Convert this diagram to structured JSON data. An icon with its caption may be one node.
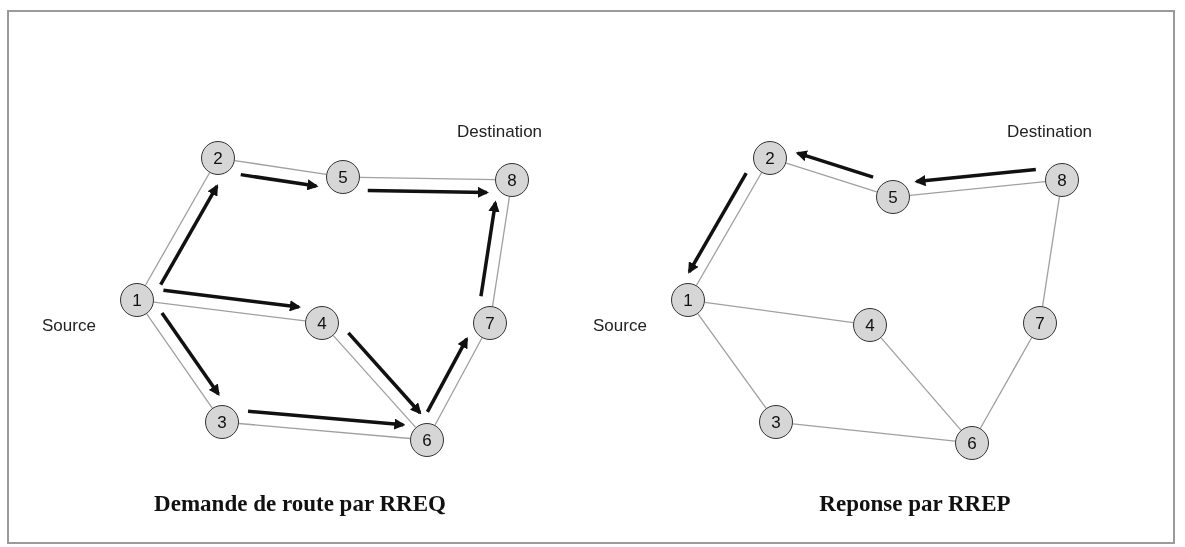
{
  "diagram": {
    "nodes": [
      {
        "text": [
          "1"
        ],
        "beside": [
          "Source"
        ]
      },
      {
        "text": [
          "2"
        ]
      },
      {
        "text": [
          "3"
        ]
      },
      {
        "text": [
          "4"
        ]
      },
      {
        "text": [
          "5"
        ]
      },
      {
        "text": [
          "6"
        ]
      },
      {
        "text": [
          "7"
        ]
      },
      {
        "text": [
          "8"
        ],
        "beside": [
          "Destination"
        ]
      },
      {
        "text": [
          "1"
        ],
        "beside": [
          "Source"
        ]
      },
      {
        "text": [
          "2"
        ]
      },
      {
        "text": [
          "3"
        ]
      },
      {
        "text": [
          "4"
        ]
      },
      {
        "text": [
          "5"
        ]
      },
      {
        "text": [
          "6"
        ]
      },
      {
        "text": [
          "7"
        ]
      },
      {
        "text": [
          "8"
        ],
        "beside": [
          "Destination"
        ]
      }
    ],
    "edges": [
      {
        "from": 0,
        "to": 1,
        "arrow": "none"
      },
      {
        "from": 0,
        "to": 3,
        "arrow": "none"
      },
      {
        "from": 0,
        "to": 2,
        "arrow": "none"
      },
      {
        "from": 1,
        "to": 4,
        "arrow": "none"
      },
      {
        "from": 4,
        "to": 7,
        "arrow": "none"
      },
      {
        "from": 3,
        "to": 5,
        "arrow": "none"
      },
      {
        "from": 2,
        "to": 5,
        "arrow": "none"
      },
      {
        "from": 5,
        "to": 6,
        "arrow": "none"
      },
      {
        "from": 6,
        "to": 7,
        "arrow": "none"
      },
      {
        "from": 8,
        "to": 9,
        "arrow": "none"
      },
      {
        "from": 8,
        "to": 11,
        "arrow": "none"
      },
      {
        "from": 8,
        "to": 10,
        "arrow": "none"
      },
      {
        "from": 9,
        "to": 12,
        "arrow": "none"
      },
      {
        "from": 12,
        "to": 15,
        "arrow": "none"
      },
      {
        "from": 11,
        "to": 13,
        "arrow": "none"
      },
      {
        "from": 10,
        "to": 13,
        "arrow": "none"
      },
      {
        "from": 13,
        "to": 14,
        "arrow": "none"
      },
      {
        "from": 14,
        "to": 15,
        "arrow": "none"
      },
      {
        "from": 0,
        "to": 1,
        "arrow": "to",
        "style": "thick",
        "color": "#111111"
      },
      {
        "from": 1,
        "to": 4,
        "arrow": "to",
        "style": "thick",
        "color": "#111111"
      },
      {
        "from": 4,
        "to": 7,
        "arrow": "to",
        "style": "thick",
        "color": "#111111"
      },
      {
        "from": 0,
        "to": 3,
        "arrow": "to",
        "style": "thick",
        "color": "#111111"
      },
      {
        "from": 0,
        "to": 2,
        "arrow": "to",
        "style": "thick",
        "color": "#111111"
      },
      {
        "from": 3,
        "to": 5,
        "arrow": "to",
        "style": "thick",
        "color": "#111111"
      },
      {
        "from": 2,
        "to": 5,
        "arrow": "to",
        "style": "thick",
        "color": "#111111"
      },
      {
        "from": 5,
        "to": 6,
        "arrow": "to",
        "style": "thick",
        "color": "#111111"
      },
      {
        "from": 6,
        "to": 7,
        "arrow": "to",
        "style": "thick",
        "color": "#111111"
      },
      {
        "from": 15,
        "to": 12,
        "arrow": "to",
        "style": "thick",
        "color": "#111111"
      },
      {
        "from": 12,
        "to": 9,
        "arrow": "to",
        "style": "thick",
        "color": "#111111"
      },
      {
        "from": 9,
        "to": 8,
        "arrow": "to",
        "style": "thick",
        "color": "#111111"
      }
    ],
    "labels": [
      "Demande de route par RREQ",
      "Reponse par RREP"
    ]
  }
}
